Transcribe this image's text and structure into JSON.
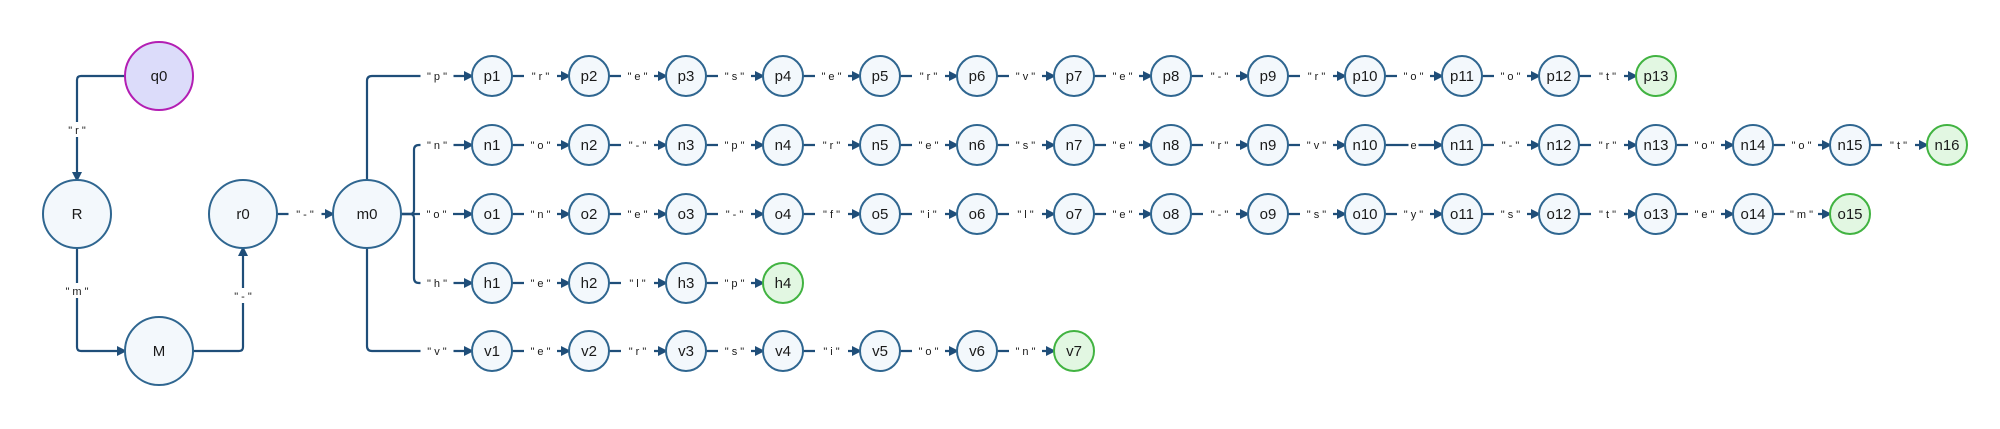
{
  "colors": {
    "edge": "#1f4e79",
    "node_fill": "#f3f8fc",
    "node_stroke": "#2f6690",
    "start_fill": "#dcdcfa",
    "start_stroke": "#b31eb3",
    "accept_fill": "#e2f7e2",
    "accept_stroke": "#41b341"
  },
  "nodes": [
    {
      "id": "q0",
      "label": "q0",
      "kind": "start"
    },
    {
      "id": "R",
      "label": "R",
      "kind": "normal"
    },
    {
      "id": "M",
      "label": "M",
      "kind": "normal"
    },
    {
      "id": "r0",
      "label": "r0",
      "kind": "normal"
    },
    {
      "id": "m0",
      "label": "m0",
      "kind": "normal"
    },
    {
      "id": "p1",
      "label": "p1",
      "kind": "normal"
    },
    {
      "id": "p2",
      "label": "p2",
      "kind": "normal"
    },
    {
      "id": "p3",
      "label": "p3",
      "kind": "normal"
    },
    {
      "id": "p4",
      "label": "p4",
      "kind": "normal"
    },
    {
      "id": "p5",
      "label": "p5",
      "kind": "normal"
    },
    {
      "id": "p6",
      "label": "p6",
      "kind": "normal"
    },
    {
      "id": "p7",
      "label": "p7",
      "kind": "normal"
    },
    {
      "id": "p8",
      "label": "p8",
      "kind": "normal"
    },
    {
      "id": "p9",
      "label": "p9",
      "kind": "normal"
    },
    {
      "id": "p10",
      "label": "p10",
      "kind": "normal"
    },
    {
      "id": "p11",
      "label": "p11",
      "kind": "normal"
    },
    {
      "id": "p12",
      "label": "p12",
      "kind": "normal"
    },
    {
      "id": "p13",
      "label": "p13",
      "kind": "accept"
    },
    {
      "id": "n1",
      "label": "n1",
      "kind": "normal"
    },
    {
      "id": "n2",
      "label": "n2",
      "kind": "normal"
    },
    {
      "id": "n3",
      "label": "n3",
      "kind": "normal"
    },
    {
      "id": "n4",
      "label": "n4",
      "kind": "normal"
    },
    {
      "id": "n5",
      "label": "n5",
      "kind": "normal"
    },
    {
      "id": "n6",
      "label": "n6",
      "kind": "normal"
    },
    {
      "id": "n7",
      "label": "n7",
      "kind": "normal"
    },
    {
      "id": "n8",
      "label": "n8",
      "kind": "normal"
    },
    {
      "id": "n9",
      "label": "n9",
      "kind": "normal"
    },
    {
      "id": "n10",
      "label": "n10",
      "kind": "normal"
    },
    {
      "id": "n11",
      "label": "n11",
      "kind": "normal"
    },
    {
      "id": "n12",
      "label": "n12",
      "kind": "normal"
    },
    {
      "id": "n13",
      "label": "n13",
      "kind": "normal"
    },
    {
      "id": "n14",
      "label": "n14",
      "kind": "normal"
    },
    {
      "id": "n15",
      "label": "n15",
      "kind": "normal"
    },
    {
      "id": "n16",
      "label": "n16",
      "kind": "accept"
    },
    {
      "id": "o1",
      "label": "o1",
      "kind": "normal"
    },
    {
      "id": "o2",
      "label": "o2",
      "kind": "normal"
    },
    {
      "id": "o3",
      "label": "o3",
      "kind": "normal"
    },
    {
      "id": "o4",
      "label": "o4",
      "kind": "normal"
    },
    {
      "id": "o5",
      "label": "o5",
      "kind": "normal"
    },
    {
      "id": "o6",
      "label": "o6",
      "kind": "normal"
    },
    {
      "id": "o7",
      "label": "o7",
      "kind": "normal"
    },
    {
      "id": "o8",
      "label": "o8",
      "kind": "normal"
    },
    {
      "id": "o9",
      "label": "o9",
      "kind": "normal"
    },
    {
      "id": "o10",
      "label": "o10",
      "kind": "normal"
    },
    {
      "id": "o11",
      "label": "o11",
      "kind": "normal"
    },
    {
      "id": "o12",
      "label": "o12",
      "kind": "normal"
    },
    {
      "id": "o13",
      "label": "o13",
      "kind": "normal"
    },
    {
      "id": "o14",
      "label": "o14",
      "kind": "normal"
    },
    {
      "id": "o15",
      "label": "o15",
      "kind": "accept"
    },
    {
      "id": "h1",
      "label": "h1",
      "kind": "normal"
    },
    {
      "id": "h2",
      "label": "h2",
      "kind": "normal"
    },
    {
      "id": "h3",
      "label": "h3",
      "kind": "normal"
    },
    {
      "id": "h4",
      "label": "h4",
      "kind": "accept"
    },
    {
      "id": "v1",
      "label": "v1",
      "kind": "normal"
    },
    {
      "id": "v2",
      "label": "v2",
      "kind": "normal"
    },
    {
      "id": "v3",
      "label": "v3",
      "kind": "normal"
    },
    {
      "id": "v4",
      "label": "v4",
      "kind": "normal"
    },
    {
      "id": "v5",
      "label": "v5",
      "kind": "normal"
    },
    {
      "id": "v6",
      "label": "v6",
      "kind": "normal"
    },
    {
      "id": "v7",
      "label": "v7",
      "kind": "accept"
    }
  ],
  "edges": [
    {
      "from": "q0",
      "to": "R",
      "label": "\" r \""
    },
    {
      "from": "R",
      "to": "M",
      "label": "\" m \""
    },
    {
      "from": "M",
      "to": "r0",
      "label": "\" - \""
    },
    {
      "from": "r0",
      "to": "m0",
      "label": "\" - \""
    },
    {
      "from": "m0",
      "to": "p1",
      "label": "\" p \""
    },
    {
      "from": "p1",
      "to": "p2",
      "label": "\" r \""
    },
    {
      "from": "p2",
      "to": "p3",
      "label": "\" e \""
    },
    {
      "from": "p3",
      "to": "p4",
      "label": "\" s \""
    },
    {
      "from": "p4",
      "to": "p5",
      "label": "\" e \""
    },
    {
      "from": "p5",
      "to": "p6",
      "label": "\" r \""
    },
    {
      "from": "p6",
      "to": "p7",
      "label": "\" v \""
    },
    {
      "from": "p7",
      "to": "p8",
      "label": "\" e \""
    },
    {
      "from": "p8",
      "to": "p9",
      "label": "\" - \""
    },
    {
      "from": "p9",
      "to": "p10",
      "label": "\" r \""
    },
    {
      "from": "p10",
      "to": "p11",
      "label": "\" o \""
    },
    {
      "from": "p11",
      "to": "p12",
      "label": "\" o \""
    },
    {
      "from": "p12",
      "to": "p13",
      "label": "\" t \""
    },
    {
      "from": "m0",
      "to": "n1",
      "label": "\" n \""
    },
    {
      "from": "n1",
      "to": "n2",
      "label": "\" o \""
    },
    {
      "from": "n2",
      "to": "n3",
      "label": "\" - \""
    },
    {
      "from": "n3",
      "to": "n4",
      "label": "\" p \""
    },
    {
      "from": "n4",
      "to": "n5",
      "label": "\" r \""
    },
    {
      "from": "n5",
      "to": "n6",
      "label": "\" e \""
    },
    {
      "from": "n6",
      "to": "n7",
      "label": "\" s \""
    },
    {
      "from": "n7",
      "to": "n8",
      "label": "\" e \""
    },
    {
      "from": "n8",
      "to": "n9",
      "label": "\" r \""
    },
    {
      "from": "n9",
      "to": "n10",
      "label": "\" v \""
    },
    {
      "from": "n10",
      "to": "n11",
      "label": "e"
    },
    {
      "from": "n11",
      "to": "n12",
      "label": "\" - \""
    },
    {
      "from": "n12",
      "to": "n13",
      "label": "\" r \""
    },
    {
      "from": "n13",
      "to": "n14",
      "label": "\" o \""
    },
    {
      "from": "n14",
      "to": "n15",
      "label": "\" o \""
    },
    {
      "from": "n15",
      "to": "n16",
      "label": "\" t \""
    },
    {
      "from": "m0",
      "to": "o1",
      "label": "\" o \""
    },
    {
      "from": "o1",
      "to": "o2",
      "label": "\" n \""
    },
    {
      "from": "o2",
      "to": "o3",
      "label": "\" e \""
    },
    {
      "from": "o3",
      "to": "o4",
      "label": "\" - \""
    },
    {
      "from": "o4",
      "to": "o5",
      "label": "\" f \""
    },
    {
      "from": "o5",
      "to": "o6",
      "label": "\" i \""
    },
    {
      "from": "o6",
      "to": "o7",
      "label": "\" l \""
    },
    {
      "from": "o7",
      "to": "o8",
      "label": "\" e \""
    },
    {
      "from": "o8",
      "to": "o9",
      "label": "\" - \""
    },
    {
      "from": "o9",
      "to": "o10",
      "label": "\" s \""
    },
    {
      "from": "o10",
      "to": "o11",
      "label": "\" y \""
    },
    {
      "from": "o11",
      "to": "o12",
      "label": "\" s \""
    },
    {
      "from": "o12",
      "to": "o13",
      "label": "\" t \""
    },
    {
      "from": "o13",
      "to": "o14",
      "label": "\" e \""
    },
    {
      "from": "o14",
      "to": "o15",
      "label": "\" m \""
    },
    {
      "from": "m0",
      "to": "h1",
      "label": "\" h \""
    },
    {
      "from": "h1",
      "to": "h2",
      "label": "\" e \""
    },
    {
      "from": "h2",
      "to": "h3",
      "label": "\" l \""
    },
    {
      "from": "h3",
      "to": "h4",
      "label": "\" p \""
    },
    {
      "from": "m0",
      "to": "v1",
      "label": "\" v \""
    },
    {
      "from": "v1",
      "to": "v2",
      "label": "\" e \""
    },
    {
      "from": "v2",
      "to": "v3",
      "label": "\" r \""
    },
    {
      "from": "v3",
      "to": "v4",
      "label": "\" s \""
    },
    {
      "from": "v4",
      "to": "v5",
      "label": "\" i \""
    },
    {
      "from": "v5",
      "to": "v6",
      "label": "\" o \""
    },
    {
      "from": "v6",
      "to": "v7",
      "label": "\" n \""
    }
  ]
}
